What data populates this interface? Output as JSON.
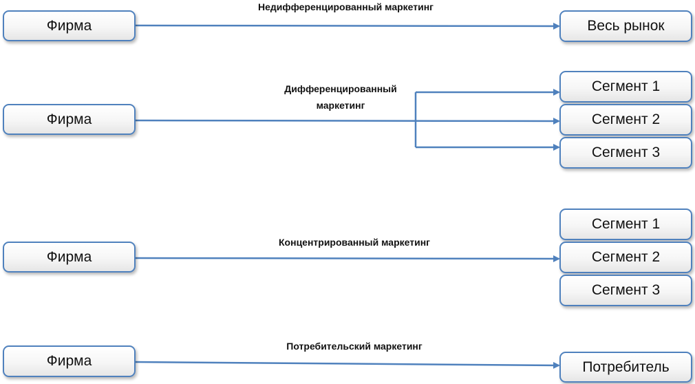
{
  "diagram": {
    "rows": [
      {
        "firm": "Фирма",
        "label": "Недифференцированный маркетинг",
        "targets": [
          "Весь рынок"
        ]
      },
      {
        "firm": "Фирма",
        "label_line1": "Дифференцированный",
        "label_line2": "маркетинг",
        "targets": [
          "Сегмент 1",
          "Сегмент 2",
          "Сегмент 3"
        ]
      },
      {
        "firm": "Фирма",
        "label": "Концентрированный маркетинг",
        "targets": [
          "Сегмент 1",
          "Сегмент 2",
          "Сегмент 3"
        ]
      },
      {
        "firm": "Фирма",
        "label": "Потребительский маркетинг",
        "targets": [
          "Потребитель"
        ]
      }
    ],
    "colors": {
      "border": "#4f81bd",
      "arrow": "#4f81bd",
      "text": "#111111"
    }
  }
}
